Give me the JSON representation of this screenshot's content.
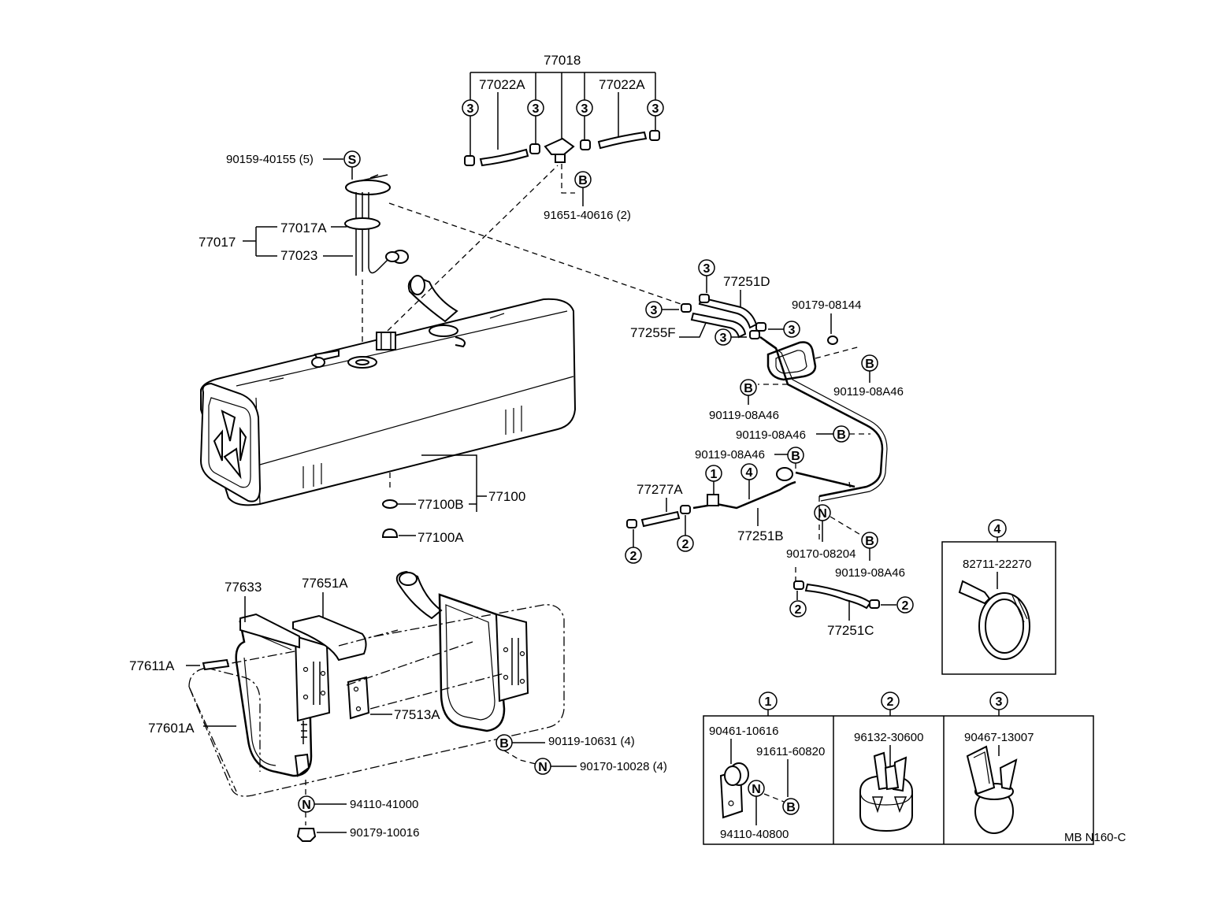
{
  "diagram_code": "MB  N160-C",
  "symbols": {
    "s": "S",
    "b": "B",
    "n": "N",
    "one": "1",
    "two": "2",
    "three": "3",
    "four": "4"
  },
  "labels": {
    "p77018": "77018",
    "p77022a_left": "77022A",
    "p77022a_right": "77022A",
    "p90159": "90159-40155 (5)",
    "p91651": "91651-40616 (2)",
    "p77017a": "77017A",
    "p77017": "77017",
    "p77023": "77023",
    "p77251d": "77251D",
    "p77255f": "77255F",
    "p90179_08144": "90179-08144",
    "p90119_a": "90119-08A46",
    "p90119_b": "90119-08A46",
    "p90119_c": "90119-08A46",
    "p90119_d": "90119-08A46",
    "p90119_e": "90119-08A46",
    "p77100": "77100",
    "p77100b": "77100B",
    "p77100a": "77100A",
    "p77277a": "77277A",
    "p77251b": "77251B",
    "p90170_08204": "90170-08204",
    "p77251c": "77251C",
    "p77633": "77633",
    "p77651a": "77651A",
    "p77611a": "77611A",
    "p77601a": "77601A",
    "p77513a": "77513A",
    "p90119_10631": "90119-10631 (4)",
    "p90170_10028": "90170-10028 (4)",
    "p94110_41000": "94110-41000",
    "p90179_10016": "90179-10016"
  },
  "detail_boxes": {
    "box1": {
      "title": "1",
      "part_a": "90461-10616",
      "part_b": "91611-60820",
      "part_c": "94110-40800"
    },
    "box2": {
      "title": "2",
      "part": "96132-30600"
    },
    "box3": {
      "title": "3",
      "part": "90467-13007"
    },
    "box4": {
      "title": "4",
      "part": "82711-22270"
    }
  }
}
